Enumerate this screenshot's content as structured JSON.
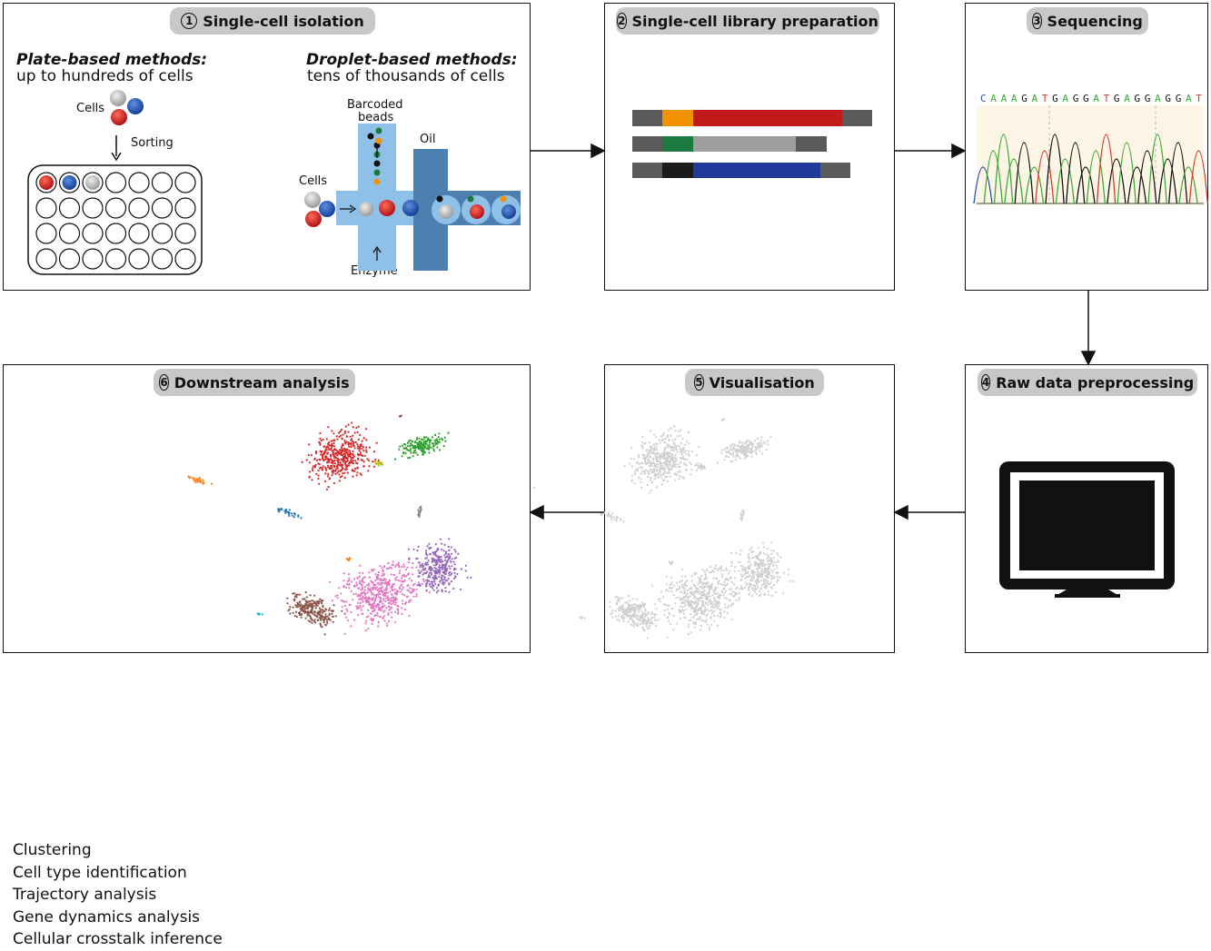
{
  "panels": {
    "p1": {
      "num": "1",
      "title": "Single-cell isolation"
    },
    "p2": {
      "num": "2",
      "title": "Single-cell library preparation"
    },
    "p3": {
      "num": "3",
      "title": "Sequencing"
    },
    "p4": {
      "num": "4",
      "title": "Raw data preprocessing"
    },
    "p5": {
      "num": "5",
      "title": "Visualisation"
    },
    "p6": {
      "num": "6",
      "title": "Downstream analysis"
    }
  },
  "isolation": {
    "plate_title": "Plate-based methods:",
    "plate_sub": "up to hundreds of cells",
    "droplet_title": "Droplet-based methods:",
    "droplet_sub": "tens of thousands of cells",
    "cells_label": "Cells",
    "sorting_label": "Sorting",
    "barcoded_label_1": "Barcoded",
    "barcoded_label_2": "beads",
    "oil_label": "Oil",
    "enzyme_label": "Enzyme"
  },
  "sequencing": {
    "sequence": [
      "C",
      "A",
      "A",
      "A",
      "G",
      "A",
      "T",
      "G",
      "A",
      "G",
      "G",
      "A",
      "T",
      "G",
      "A",
      "G",
      "G",
      "A",
      "G",
      "G",
      "A",
      "T"
    ]
  },
  "colors": {
    "base_A": "#3aa835",
    "base_C": "#2850a8",
    "base_G": "#111111",
    "base_T": "#d23a2a",
    "red": "#c4191b",
    "blue": "#1f4fa8",
    "orange": "#f39200",
    "green": "#1a7a40",
    "grey_bar": "#9e9e9e",
    "dark_bar": "#5a5a5a",
    "light_blue": "#8fc0e8",
    "oil_blue": "#4e7fb1"
  },
  "analysis": {
    "items": [
      "Clustering",
      "Cell type identification",
      "Trajectory analysis",
      "Gene dynamics analysis",
      "Cellular crosstalk inference"
    ]
  }
}
